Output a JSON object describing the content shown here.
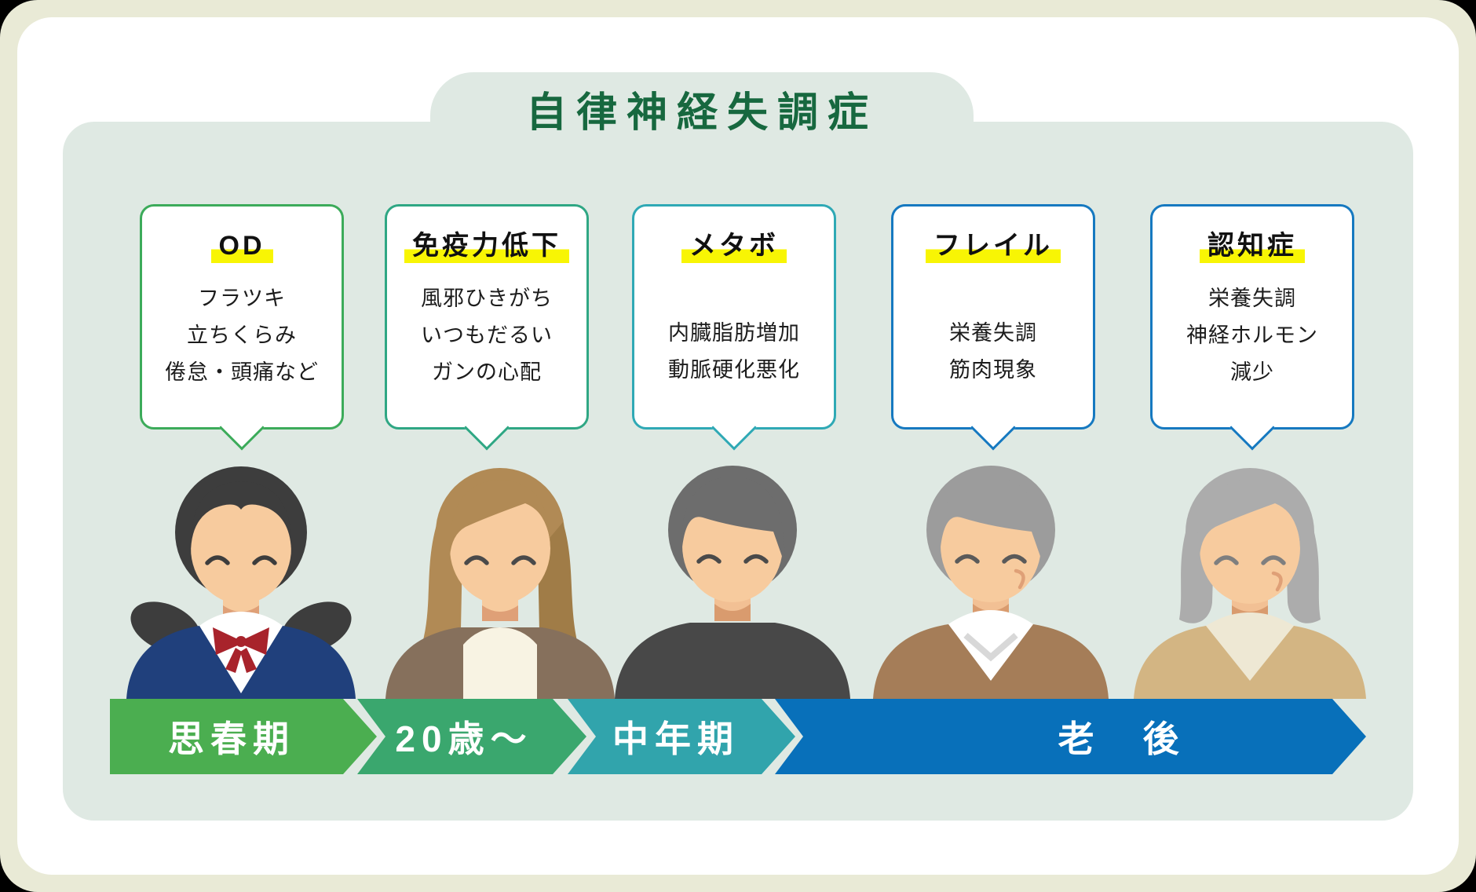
{
  "title": "自律神経失調症",
  "theme": {
    "frame_bg": "#e9ead6",
    "card_bg": "#ffffff",
    "panel_bg": "#dfe9e3",
    "title_color": "#17683f",
    "highlight_yellow": "#f8f504",
    "bubble1_border": "#3cab5a",
    "bubble2_border": "#2fa784",
    "bubble3_border": "#2fa9b5",
    "bubble4_border": "#1679c0",
    "bubble5_border": "#1679c0",
    "stage1_color": "#4bae50",
    "stage2_color": "#3aa76e",
    "stage3_color": "#31a4ac",
    "stage4_color": "#0870ba"
  },
  "bubbles": [
    {
      "heading": "OD",
      "lines": [
        "フラツキ",
        "立ちくらみ",
        "倦怠・頭痛など"
      ]
    },
    {
      "heading": "免疫力低下",
      "lines": [
        "風邪ひきがち",
        "いつもだるい",
        "ガンの心配"
      ]
    },
    {
      "heading": "メタボ",
      "lines": [
        "内臓脂肪増加",
        "動脈硬化悪化"
      ]
    },
    {
      "heading": "フレイル",
      "lines": [
        "栄養失調",
        "筋肉現象"
      ]
    },
    {
      "heading": "認知症",
      "lines": [
        "栄養失調",
        "神経ホルモン",
        "減少"
      ]
    }
  ],
  "stages": [
    {
      "label": "思春期"
    },
    {
      "label": "20歳〜"
    },
    {
      "label": "中年期"
    },
    {
      "label": "老　後"
    }
  ],
  "people": [
    {
      "icon": "teen-girl-icon"
    },
    {
      "icon": "young-woman-icon"
    },
    {
      "icon": "middle-aged-man-icon"
    },
    {
      "icon": "senior-man-icon"
    },
    {
      "icon": "elderly-woman-icon"
    }
  ]
}
